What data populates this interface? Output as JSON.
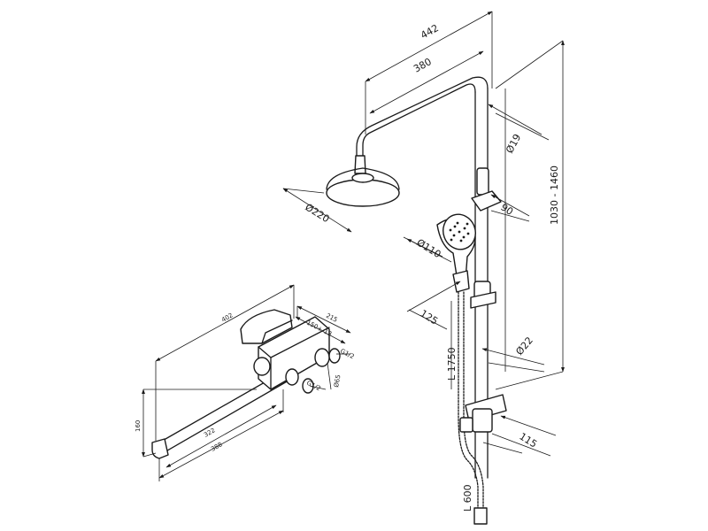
{
  "dimensions": {
    "arm_total": "442",
    "arm_reach": "380",
    "pipe_diameter": "Ø19",
    "head_diameter": "Ø220",
    "holder_offset": "90",
    "height_range": "1030 - 1460",
    "hand_shower_diameter": "Ø110",
    "hand_shower_offset": "125",
    "bar_diameter": "Ø22",
    "hose_upper": "L 1750",
    "bracket_offset": "115",
    "hose_lower": "L 600",
    "mixer_total": "402",
    "mixer_depth": "215",
    "eccentric_range": "150+-13",
    "thread_top": "G1/2",
    "thread_bottom": "G1/2",
    "outlet_diameter": "Ø65",
    "mixer_height": "160",
    "spout_length_inner": "322",
    "spout_length_outer": "388"
  },
  "colors": {
    "line": "#1a1a1a",
    "background": "#ffffff"
  }
}
